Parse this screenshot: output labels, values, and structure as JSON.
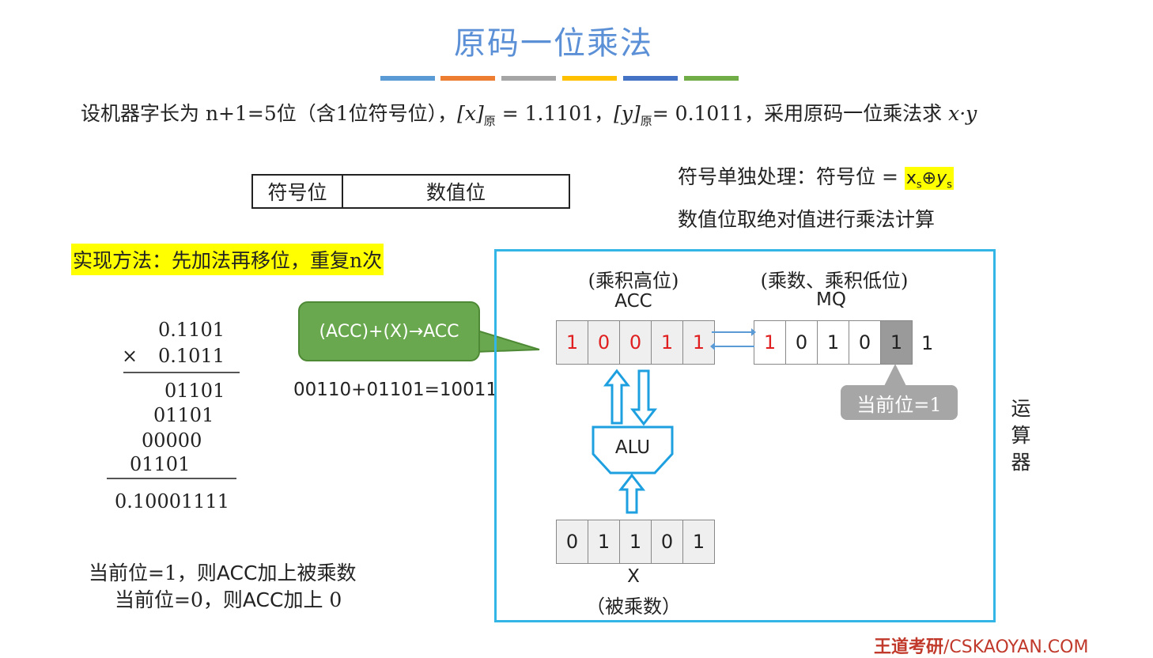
{
  "title": "原码一位乘法",
  "color_bar": [
    "#5b9bd5",
    "#ed7d31",
    "#a5a5a5",
    "#ffc000",
    "#4472c4",
    "#70ad47"
  ],
  "problem": {
    "prefix": "设机器字长为 n+1=5位（含1位符号位），",
    "x_label": "[x]",
    "x_sub": "原",
    "x_value": " = 1.1101，",
    "y_label": "[y]",
    "y_sub": "原",
    "y_value": "= 0.1011，采用原码一位乘法求 ",
    "target": "x·y"
  },
  "format_box": {
    "sign_field": "符号位",
    "value_field": "数值位"
  },
  "sign_rule": {
    "text": "符号单独处理：符号位 = ",
    "xs": "x",
    "s1": "s",
    "op": "⊕",
    "ys": "y",
    "s2": "s"
  },
  "abs_rule": "数值位取绝对值进行乘法计算",
  "method": "实现方法：先加法再移位，重复n次",
  "hand_calc": {
    "multiplicand": "0.1101",
    "times_sign": "×",
    "multiplier": "0.1011",
    "partials": [
      "01101",
      "01101",
      "00000",
      "01101"
    ],
    "result": "0.10001111"
  },
  "callout": "(ACC)+(X)→ACC",
  "equation": "00110+01101=10011",
  "notes": {
    "line1_a": "当前位=1，则",
    "line1_b": "ACC",
    "line1_c": "加上被乘数",
    "line2_a": "当前位=0，则",
    "line2_b": "ACC",
    "line2_c": "加上 0"
  },
  "acc": {
    "caption": "(乘积高位)",
    "name": "ACC",
    "bits": [
      "1",
      "0",
      "0",
      "1",
      "1"
    ]
  },
  "mq": {
    "caption": "(乘数、乘积低位)",
    "name": "MQ",
    "bits": [
      "1",
      "0",
      "1",
      "0",
      "1"
    ],
    "shifted_out": "1"
  },
  "alu": "ALU",
  "x_reg": {
    "name": "X",
    "caption": "（被乘数）",
    "bits": [
      "0",
      "1",
      "1",
      "0",
      "1"
    ]
  },
  "current_bit_badge": "当前位=1",
  "unit_label": [
    "运",
    "算",
    "器"
  ],
  "footer": {
    "brand": "王道考研",
    "site": "/CSKAOYAN.COM"
  }
}
